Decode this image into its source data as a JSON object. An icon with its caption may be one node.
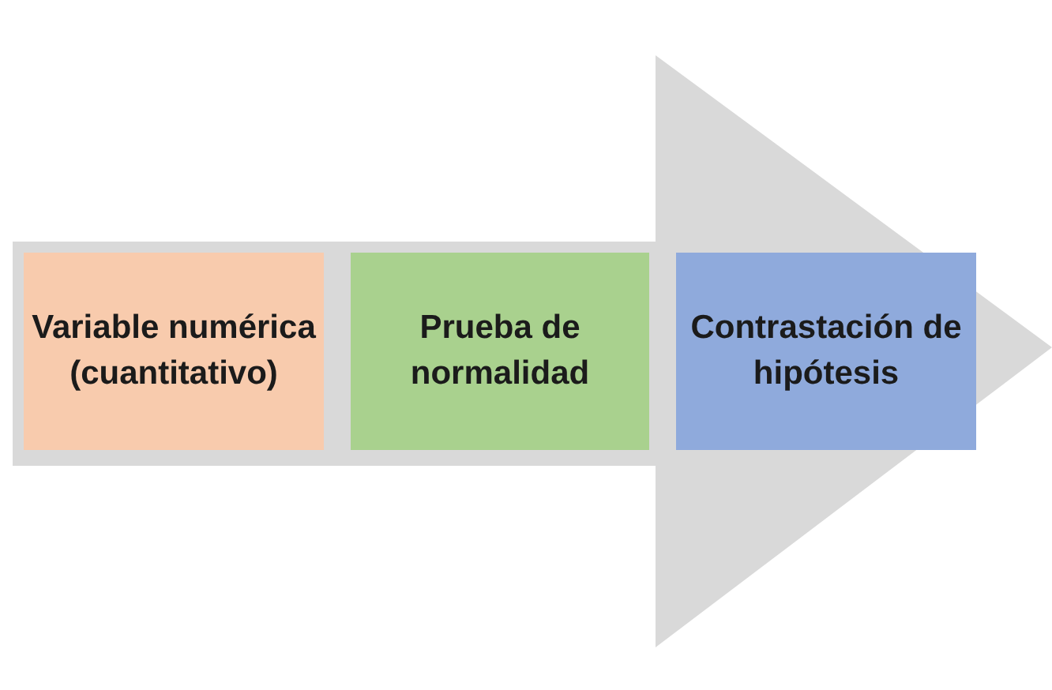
{
  "diagram": {
    "nodes": [
      {
        "text": [],
        "shape": "arrow"
      },
      {
        "text": [
          "Variable numérica (cuantitativo)"
        ],
        "in": 0
      },
      {
        "text": [
          "Prueba de normalidad"
        ],
        "in": 0
      },
      {
        "text": [
          "Contrastación de hipótesis"
        ],
        "in": 0
      }
    ],
    "edges": []
  }
}
